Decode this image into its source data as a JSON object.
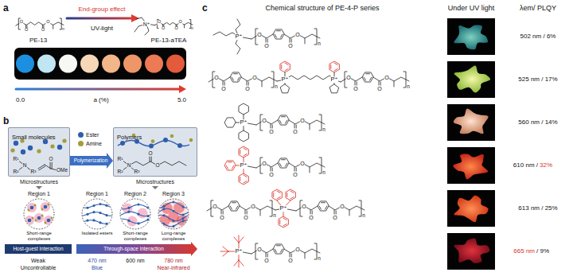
{
  "diagram": {
    "nodes": [
      {
        "text": [
          "Small molecules"
        ]
      },
      {
        "text": [
          "Polymers"
        ]
      },
      {
        "text": [
          "Region 1",
          "Short-range complexes"
        ]
      },
      {
        "text": [
          "Region 1",
          "Isolated esters"
        ]
      },
      {
        "text": [
          "Region 2",
          "Short-range complexes"
        ]
      },
      {
        "text": [
          "Region 3",
          "Long-range complexes"
        ]
      },
      {
        "text": [
          "Host-guest interaction"
        ]
      },
      {
        "text": [
          "Through-space interaction"
        ]
      }
    ],
    "edges": [
      {
        "from": 0,
        "to": 1,
        "label": "Polymerization",
        "arrow": "to"
      }
    ],
    "labels": [
      "a",
      "O",
      "O",
      "O",
      "O",
      "n",
      "PE-13",
      "End-group effect",
      "UV-light",
      "N⁺",
      "O",
      "O",
      "O",
      "O",
      "n",
      "PE-13-aTEA",
      "0.0",
      "a (%)",
      "5.0",
      "b",
      "R¹",
      "R²",
      "R³",
      "N",
      "O",
      "OMe",
      "R¹",
      "R²",
      "R³",
      "N",
      "O",
      "O",
      "Microstructures",
      "Microstructures",
      "Weak",
      "Uncontrollable",
      "470 nm",
      "Blue",
      "600 nm",
      "780 nm",
      "Near-infrared",
      "c",
      "Chemical structure of PE-4-P series",
      "Under UV light",
      "λem/ PLQY",
      "502 nm / 6%",
      "525 nm / 17%",
      "560 nm / 14%",
      "610 nm /",
      "32%",
      "613 nm / 25%",
      "665 nm",
      "/ 9%",
      "P⁺",
      "O",
      "O",
      "O",
      "O",
      "n",
      "O",
      "O",
      "O",
      "O",
      "n",
      "P⁺",
      "P⁺",
      "O",
      "O",
      "O",
      "O",
      "n",
      "P⁺",
      "O",
      "O",
      "O",
      "O",
      "n",
      "P⁺",
      "O",
      "O",
      "O",
      "O",
      "n",
      "O",
      "O",
      "O",
      "O",
      "n",
      "P⁺",
      "O",
      "O",
      "O",
      "O",
      "n",
      "P⁺",
      "O",
      "O",
      "O",
      "O",
      "n"
    ],
    "legend": [
      {
        "text": "Ester",
        "color": "#2e5fae"
      },
      {
        "text": "Amine",
        "color": "#a39d3a"
      }
    ]
  }
}
